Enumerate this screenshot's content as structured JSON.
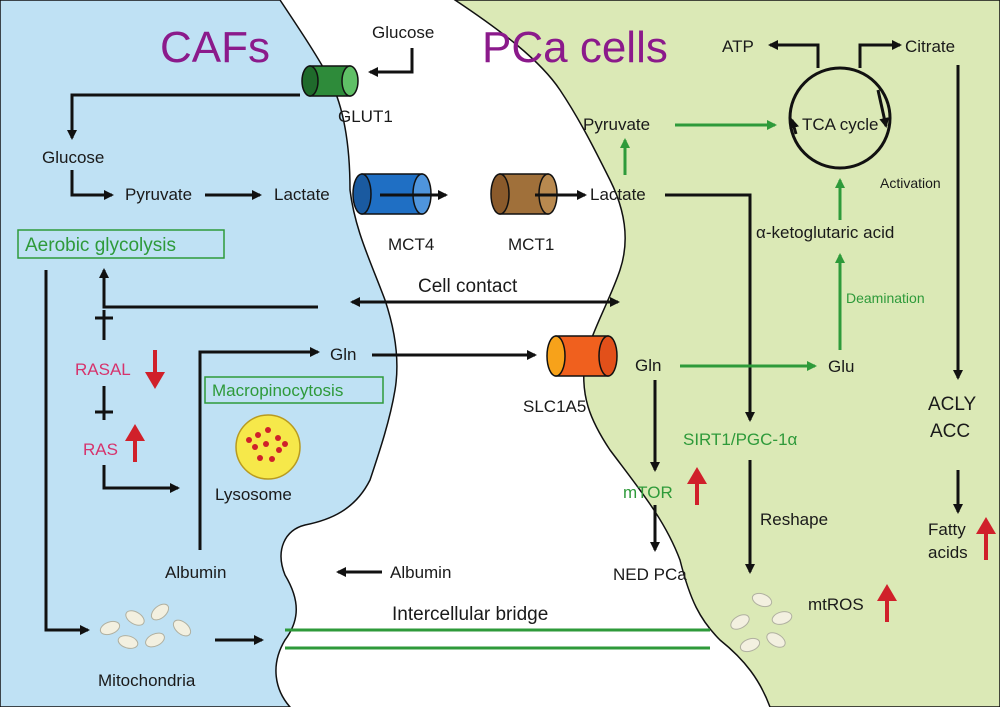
{
  "regions": {
    "left": "CAFs",
    "right": "PCa cells"
  },
  "labels": {
    "glucose_top": "Glucose",
    "glut1": "GLUT1",
    "glucose_caf": "Glucose",
    "pyruvate_caf": "Pyruvate",
    "lactate_caf": "Lactate",
    "mct4": "MCT4",
    "mct1": "MCT1",
    "lactate_pca": "Lactate",
    "pyruvate_pca": "Pyruvate",
    "atp": "ATP",
    "citrate": "Citrate",
    "tca": "TCA cycle",
    "activation": "Activation",
    "akg": "α-ketoglutaric acid",
    "deamination": "Deamination",
    "aerobic_glycolysis": "Aerobic glycolysis",
    "cell_contact": "Cell contact",
    "rasal": "RASAL",
    "ras": "RAS",
    "gln_caf": "Gln",
    "gln_pca": "Gln",
    "glu": "Glu",
    "slc1a5": "SLC1A5",
    "macropinocytosis": "Macropinocytosis",
    "lysosome": "Lysosome",
    "sirt1": "SIRT1/PGC-1α",
    "mtor": "mTOR",
    "acly": "ACLY",
    "acc": "ACC",
    "reshape": "Reshape",
    "fatty": "Fatty",
    "acids": "acids",
    "albumin_caf": "Albumin",
    "albumin_mid": "Albumin",
    "ned_pca": "NED PCa",
    "mtros": "mtROS",
    "intercellular_bridge": "Intercellular bridge",
    "mitochondria": "Mitochondria"
  },
  "colors": {
    "caf_bg": "#bfe1f4",
    "pca_bg": "#dbe9b6",
    "title": "#8b1a8b",
    "green_text": "#2e9a3a",
    "pink_text": "#d6336c",
    "up_down_arrow": "#d0202a",
    "glut1": "#2e8b3a",
    "mct4": "#1f6fc4",
    "mct1": "#a0703a",
    "slc1a5": "#f0601e",
    "lysosome": "#f6e84a"
  }
}
